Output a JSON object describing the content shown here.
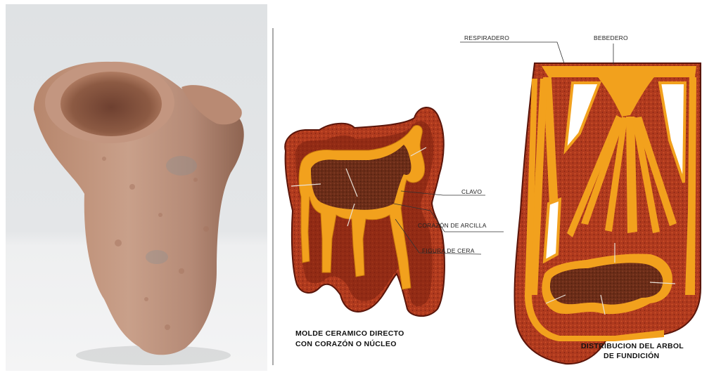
{
  "photo": {
    "subject": "ceramic-mold-photo"
  },
  "diagram": {
    "labels": {
      "respiradero": "RESPIRADERO",
      "bebedero": "BEBEDERO",
      "clavo": "CLAVO",
      "corazon": "CORAZÓN DE ARCILLA",
      "figura": "FIGURA DE CERA"
    },
    "caption_left": {
      "line1": "MOLDE CERAMICO DIRECTO",
      "line2": "CON CORAZÓN O NÚCLEO"
    },
    "caption_right": {
      "line1": "DISTRIBUCION DEL ARBOL",
      "line2": "DE FUNDICIÓN"
    },
    "colors": {
      "mold_red": "#b03a1e",
      "mold_dark": "#7a1f0e",
      "wax_orange": "#f2a11d",
      "core_brown": "#6b2d18"
    }
  }
}
